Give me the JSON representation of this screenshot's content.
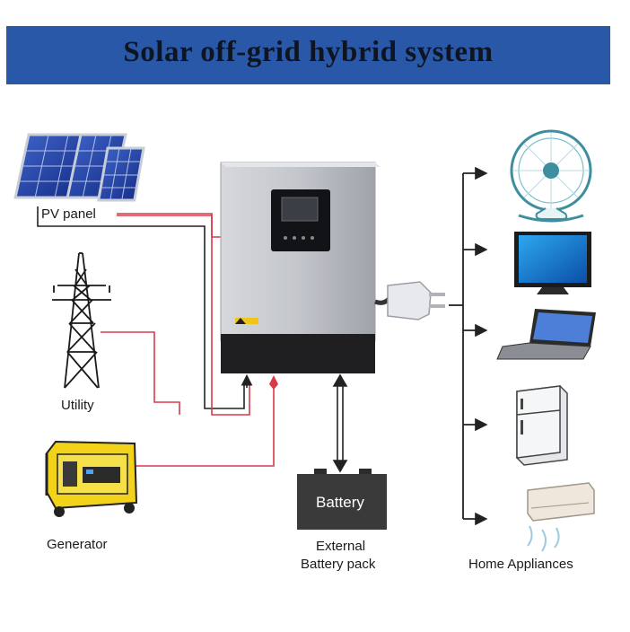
{
  "title": "Solar off-grid hybrid system",
  "components": {
    "pv_panel": "PV panel",
    "utility": "Utility",
    "generator": "Generator",
    "battery_label": "Battery",
    "external_pack": [
      "External",
      "Battery pack"
    ],
    "home_appliances": "Home Appliances"
  },
  "appliances": [
    "fan",
    "tv",
    "laptop",
    "refrigerator",
    "air-conditioner"
  ],
  "colors": {
    "banner": "#2a58a8",
    "pv_line": "#d83a4a",
    "utility_line": "#d83a4a",
    "generator_line": "#d83a4a",
    "dc_line": "#222222",
    "inverter_body": "#b9bcc2",
    "inverter_base": "#1f1f22"
  }
}
